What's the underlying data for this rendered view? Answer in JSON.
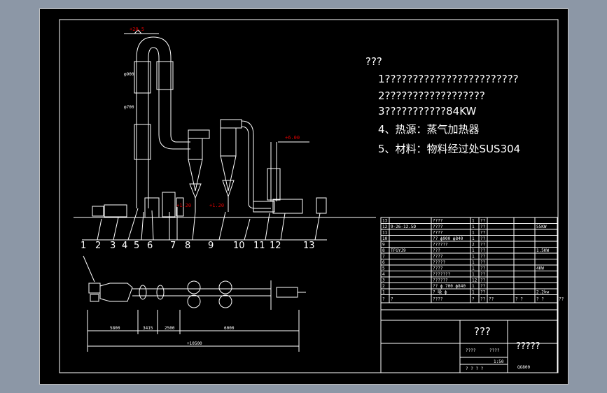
{
  "notes": {
    "header": "???",
    "items": [
      "1????????????????????????",
      "2??????????????????",
      "3???????????84KW",
      "4、热源：蒸气加热器",
      "5、材料：物料经过处SUS304"
    ]
  },
  "elevations": {
    "top": "+20.5",
    "mid": "+6.00",
    "small_a": "+1.20",
    "small_b": "+1.20"
  },
  "dims": {
    "d1": "φ900",
    "d2": "φ700",
    "s1": "5800",
    "s2": "3415",
    "s3": "2500",
    "s4": "6000",
    "total": "+10500"
  },
  "callouts": [
    "1",
    "2",
    "3",
    "4",
    "5",
    "6",
    "7",
    "8",
    "9",
    "10",
    "11",
    "12",
    "13"
  ],
  "bom_rows": [
    {
      "no": "13",
      "code": "",
      "name": "????",
      "qty": "1",
      "unit": "??",
      "note": ""
    },
    {
      "no": "12",
      "code": "9-26-12.5D",
      "name": "????",
      "qty": "1",
      "unit": "??",
      "note": "55KW"
    },
    {
      "no": "11",
      "code": "",
      "name": "????",
      "qty": "1",
      "unit": "??",
      "note": ""
    },
    {
      "no": "10",
      "code": "",
      "name": "?? ф900 ф840",
      "qty": "1",
      "unit": "??",
      "note": ""
    },
    {
      "no": "9",
      "code": "",
      "name": "??????",
      "qty": "2",
      "unit": "??",
      "note": ""
    },
    {
      "no": "8",
      "code": "TFGYJ9",
      "name": "???",
      "qty": "1",
      "unit": "??",
      "note": "1.5KW"
    },
    {
      "no": "7",
      "code": "",
      "name": "????",
      "qty": "1",
      "unit": "??",
      "note": ""
    },
    {
      "no": "6",
      "code": "",
      "name": "?????",
      "qty": "1",
      "unit": "??",
      "note": ""
    },
    {
      "no": "5",
      "code": "",
      "name": "????",
      "qty": "1",
      "unit": "??",
      "note": "4KW"
    },
    {
      "no": "4",
      "code": "",
      "name": "???????",
      "qty": "1",
      "unit": "??",
      "note": ""
    },
    {
      "no": "3",
      "code": "",
      "name": "??????",
      "qty": "12",
      "unit": "??",
      "note": ""
    },
    {
      "no": "2",
      "code": "",
      "name": "?? ф 700 ф840",
      "qty": "1",
      "unit": "??",
      "note": ""
    },
    {
      "no": "1",
      "code": "",
      "name": "? 吸 ф",
      "qty": "1",
      "unit": "??",
      "note": "2.2kw"
    }
  ],
  "bom_header": [
    "?",
    "?",
    "????",
    "?",
    "??",
    "??",
    "? ?",
    "? ?",
    "??"
  ],
  "title_block": {
    "center": "???",
    "right": "?????",
    "model": "QG800",
    "scale": "1:50",
    "row_a": "????",
    "row_a2": "????",
    "row_b": "? ? ? ?"
  }
}
